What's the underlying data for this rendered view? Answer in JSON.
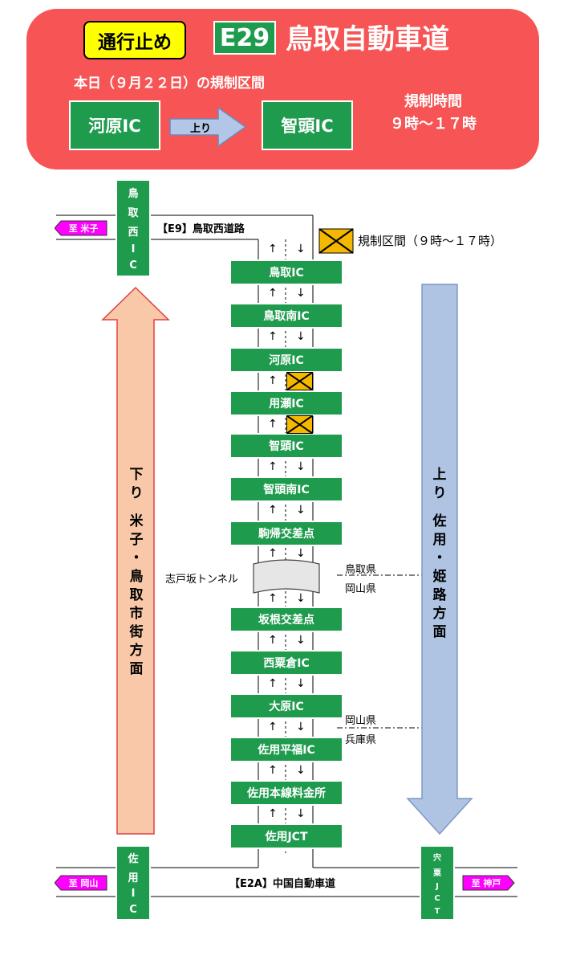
{
  "header": {
    "closure_badge": "通行止め",
    "route_number": "E29",
    "route_name": "鳥取自動車道",
    "section_label": "本日（９月２２日）の規制区間",
    "from_ic": "河原IC",
    "direction": "上り",
    "to_ic": "智頭IC",
    "time_title": "規制時間",
    "time_value": "９時～１７時"
  },
  "legend": {
    "label": "規制区間（９時～１７時）"
  },
  "top_road": {
    "label": "【E9】鳥取西道路",
    "destination": "至 米子"
  },
  "bottom_road": {
    "label": "【E2A】中国自動車道",
    "destination_left": "至 岡山",
    "destination_right": "至 神戸"
  },
  "side_ics": {
    "tottori_nishi": [
      "鳥",
      "取",
      "西",
      "I",
      "C"
    ],
    "sayo": [
      "佐",
      "用",
      "I",
      "C"
    ],
    "yamasaki": [
      "宍",
      "粟",
      "J",
      "C",
      "T"
    ]
  },
  "interchanges": [
    "鳥取IC",
    "鳥取南IC",
    "河原IC",
    "用瀬IC",
    "智頭IC",
    "智頭南IC",
    "駒帰交差点",
    "坂根交差点",
    "西粟倉IC",
    "大原IC",
    "佐用平福IC",
    "佐用本線料金所",
    "佐用JCT"
  ],
  "tunnel": "志戸坂トンネル",
  "borders": [
    {
      "upper": "鳥取県",
      "lower": "岡山県"
    },
    {
      "upper": "岡山県",
      "lower": "兵庫県"
    }
  ],
  "directions": {
    "down": [
      "下",
      "り",
      "",
      "米",
      "子",
      "・",
      "鳥",
      "取",
      "市",
      "街",
      "方",
      "面"
    ],
    "up": [
      "上",
      "り",
      "",
      "佐",
      "用",
      "・",
      "姫",
      "路",
      "方",
      "面"
    ]
  },
  "lane_arrows": {
    "up": "↑",
    "down": "↓"
  },
  "colors": {
    "banner": "#f75555",
    "ic_green": "#1f9b4e",
    "closure_yellow": "#ffff00",
    "restriction_orange": "#f5b800",
    "destination_magenta": "#ff00ff",
    "down_arrow_fill": "#f8c8a8",
    "down_arrow_border": "#e04040",
    "up_arrow_fill": "#afc3e3",
    "up_arrow_border": "#7f97c8"
  }
}
